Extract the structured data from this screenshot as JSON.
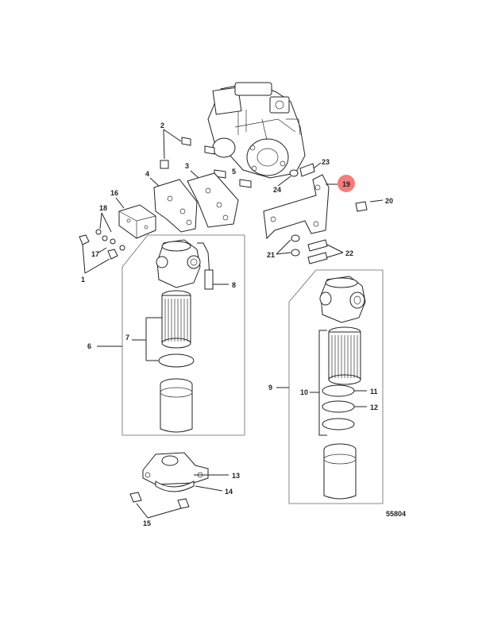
{
  "diagram": {
    "figure_id": "55804",
    "highlight_color": "#f47c7c",
    "highlighted_callout": "19",
    "callouts": [
      "1",
      "2",
      "3",
      "4",
      "5",
      "6",
      "7",
      "8",
      "9",
      "10",
      "11",
      "12",
      "13",
      "14",
      "15",
      "16",
      "17",
      "18",
      "19",
      "20",
      "21",
      "22",
      "23",
      "24"
    ]
  }
}
